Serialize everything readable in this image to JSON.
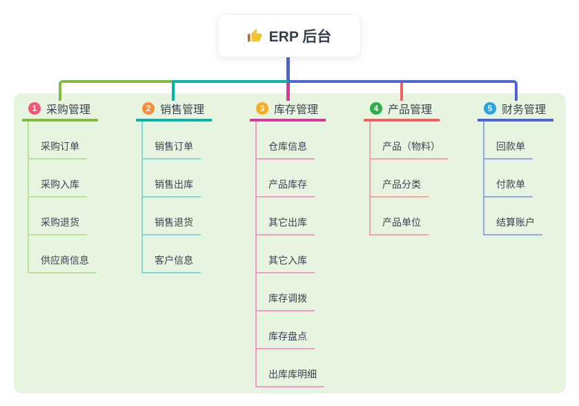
{
  "root": {
    "label": "ERP 后台",
    "icon": "thumbs-up"
  },
  "colors": {
    "panel_bg": "#e6f4e0",
    "root_connector": "#4b66d4",
    "text": "#3b4450",
    "card_bg": "#ffffff"
  },
  "branches": [
    {
      "index": "1",
      "label": "采购管理",
      "badge_color": "#f5566f",
      "line_color": "#84bb3f",
      "light_color": "#b7e194",
      "children": [
        "采购订单",
        "采购入库",
        "采购退货",
        "供应商信息"
      ]
    },
    {
      "index": "2",
      "label": "销售管理",
      "badge_color": "#fa8c3d",
      "line_color": "#0ab3a9",
      "light_color": "#7fd8d2",
      "children": [
        "销售订单",
        "销售出库",
        "销售退货",
        "客户信息"
      ]
    },
    {
      "index": "3",
      "label": "库存管理",
      "badge_color": "#fbab20",
      "line_color": "#d6369e",
      "light_color": "#f398c8",
      "children": [
        "仓库信息",
        "产品库存",
        "其它出库",
        "其它入库",
        "库存调拨",
        "库存盘点",
        "出库库明细"
      ]
    },
    {
      "index": "4",
      "label": "产品管理",
      "badge_color": "#2cb04c",
      "line_color": "#f45f5f",
      "light_color": "#f9a3a3",
      "children": [
        "产品（物料）",
        "产品分类",
        "产品单位"
      ]
    },
    {
      "index": "5",
      "label": "财务管理",
      "badge_color": "#28a3e2",
      "line_color": "#4b66d4",
      "light_color": "#94a6e6",
      "children": [
        "回款单",
        "付款单",
        "结算账户"
      ]
    }
  ]
}
